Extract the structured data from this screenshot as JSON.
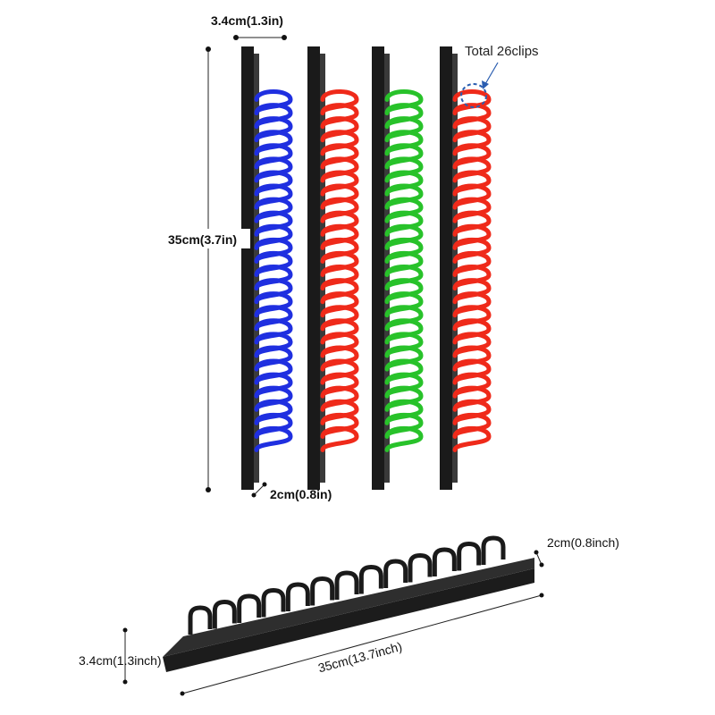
{
  "labels": {
    "top_width": "3.4cm(1.3in)",
    "height": "35cm(3.7in)",
    "depth_top": "2cm(0.8in)",
    "total_clips": "Total 26clips",
    "bottom_depth": "2cm(0.8inch)",
    "bottom_height": "3.4cm(1.3inch)",
    "bottom_length": "35cm(13.7inch)"
  },
  "rails": [
    {
      "name": "blue",
      "color": "#1f2fe0"
    },
    {
      "name": "red",
      "color": "#ef2a1a"
    },
    {
      "name": "green",
      "color": "#28c22a"
    },
    {
      "name": "red",
      "color": "#ef2a1a"
    }
  ],
  "colors": {
    "rail": "#1a1a1a",
    "callout": "#2a5db0"
  },
  "clips_on_bottom_rail": 13
}
